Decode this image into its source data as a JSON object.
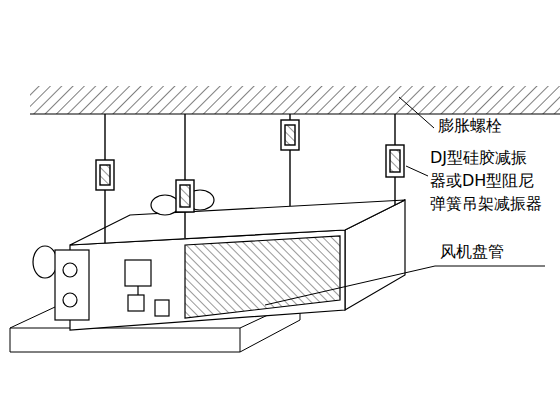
{
  "diagram": {
    "labels": [
      "膨胀螺栓",
      "DJ型硅胶减振器或DH型阻尼弹簧吊架减振器",
      "风机盘管"
    ]
  }
}
